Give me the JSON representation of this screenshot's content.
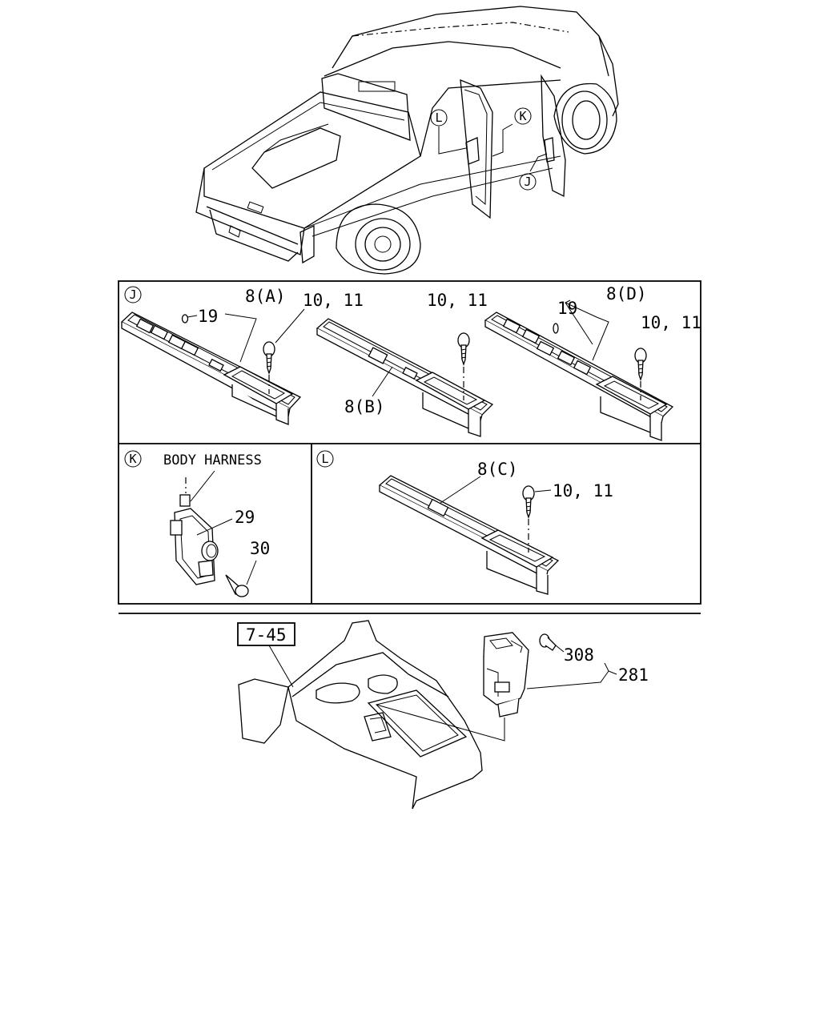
{
  "views": {
    "J": {
      "marker": "J",
      "labels": {
        "a": "8(A)",
        "b": "8(B)",
        "d": "8(D)",
        "clip1": "19",
        "clip2": "19",
        "screw1": "10, 11",
        "screw2": "10, 11",
        "screw3": "10, 11"
      }
    },
    "K": {
      "marker": "K",
      "title": "BODY HARNESS",
      "labels": {
        "part29": "29",
        "part30": "30"
      }
    },
    "L": {
      "marker": "L",
      "labels": {
        "c": "8(C)",
        "screw": "10, 11"
      }
    }
  },
  "truck_callouts": [
    "L",
    "K",
    "J"
  ],
  "console": {
    "ref": "7-45",
    "labels": {
      "p308": "308",
      "p281": "281"
    }
  }
}
